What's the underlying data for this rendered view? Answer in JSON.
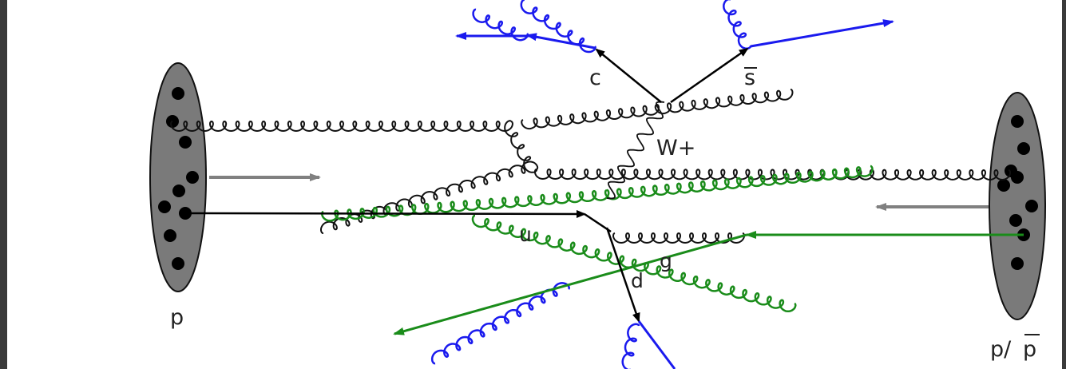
{
  "labels": {
    "proton": "p",
    "antiproton_left": "p/",
    "antiproton_bar": "p",
    "w_boson": "W+",
    "charm": "c",
    "strange_bar": "s",
    "up": "u",
    "down": "d",
    "gluon": "g"
  },
  "colors": {
    "frame": "#3a3a3a",
    "proton_fill": "#7a7a7a",
    "parton_dot": "#000000",
    "beam_arrow": "#808080",
    "gluon_black": "#111111",
    "gluon_green": "#1a8c1a",
    "jet_blue": "#1a1aee",
    "quark_line": "#000000"
  }
}
